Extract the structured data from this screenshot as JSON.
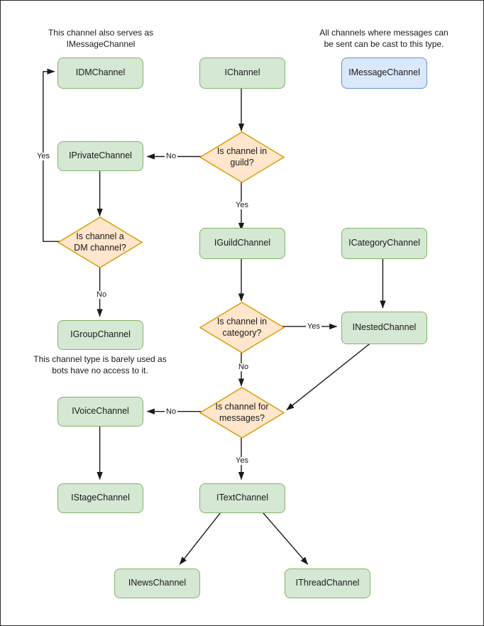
{
  "diagram": {
    "title": "Discord channel interface decision flowchart",
    "colors": {
      "node_fill": "#d5e8d4",
      "node_stroke": "#82b366",
      "decision_fill": "#ffe6cc",
      "decision_stroke": "#d79b00",
      "highlight_fill": "#dae8fc",
      "highlight_stroke": "#6c8ebf",
      "edge_stroke": "#1a1a1a",
      "page_border": "#2b2b2b",
      "background": "#ffffff"
    },
    "notes": [
      {
        "id": "note-dm",
        "text": "This channel also serves as\nIMessageChannel"
      },
      {
        "id": "note-message",
        "text": "All channels where messages can\nbe sent can be cast to this type."
      },
      {
        "id": "note-group",
        "text": "This channel type is barely used as\nbots have no access to it."
      }
    ],
    "nodes": [
      {
        "id": "idmchannel",
        "label": "IDMChannel",
        "kind": "interface"
      },
      {
        "id": "ichannel",
        "label": "IChannel",
        "kind": "interface"
      },
      {
        "id": "imessagechannel",
        "label": "IMessageChannel",
        "kind": "interface-highlight"
      },
      {
        "id": "iprivatechannel",
        "label": "IPrivateChannel",
        "kind": "interface"
      },
      {
        "id": "igroupchannel",
        "label": "IGroupChannel",
        "kind": "interface"
      },
      {
        "id": "iguildchannel",
        "label": "IGuildChannel",
        "kind": "interface"
      },
      {
        "id": "icategorychannel",
        "label": "ICategoryChannel",
        "kind": "interface"
      },
      {
        "id": "inestedchannel",
        "label": "INestedChannel",
        "kind": "interface"
      },
      {
        "id": "ivoicechannel",
        "label": "IVoiceChannel",
        "kind": "interface"
      },
      {
        "id": "istagechannel",
        "label": "IStageChannel",
        "kind": "interface"
      },
      {
        "id": "itextchannel",
        "label": "ITextChannel",
        "kind": "interface"
      },
      {
        "id": "inewschannel",
        "label": "INewsChannel",
        "kind": "interface"
      },
      {
        "id": "ithreadchannel",
        "label": "IThreadChannel",
        "kind": "interface"
      }
    ],
    "decisions": [
      {
        "id": "q-guild",
        "label": "Is channel in\nguild?"
      },
      {
        "id": "q-dm",
        "label": "Is channel a\nDM channel?"
      },
      {
        "id": "q-category",
        "label": "Is channel in\ncategory?"
      },
      {
        "id": "q-messages",
        "label": "Is channel for\nmessages?"
      }
    ],
    "edge_labels": [
      {
        "id": "lbl-guild-no",
        "text": "No"
      },
      {
        "id": "lbl-guild-yes",
        "text": "Yes"
      },
      {
        "id": "lbl-dm-yes",
        "text": "Yes"
      },
      {
        "id": "lbl-dm-no",
        "text": "No"
      },
      {
        "id": "lbl-category-yes",
        "text": "Yes"
      },
      {
        "id": "lbl-category-no",
        "text": "No"
      },
      {
        "id": "lbl-messages-no",
        "text": "No"
      },
      {
        "id": "lbl-messages-yes",
        "text": "Yes"
      }
    ]
  }
}
